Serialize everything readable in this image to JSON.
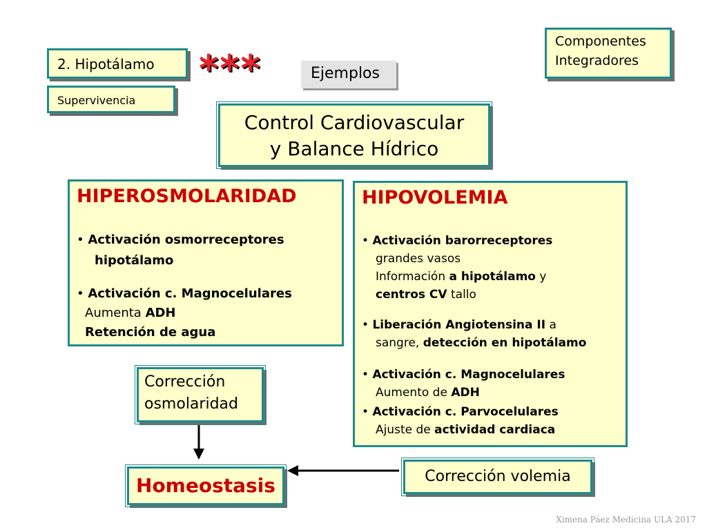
{
  "top": {
    "componentes": [
      "Componentes",
      "Integradores"
    ],
    "hipotalamo": "2. Hipotálamo",
    "supervivencia": "Supervivencia",
    "stars": "***",
    "ejemplos": "Ejemplos"
  },
  "title": {
    "line1": "Control Cardiovascular",
    "line2": "y Balance Hídrico"
  },
  "hiper": {
    "heading": "HIPEROSMOLARIDAD",
    "items": [
      {
        "bullet": "•",
        "b1": "Activación osmorreceptores",
        "b2": "hipotálamo"
      },
      {
        "bullet": "•",
        "b1": "Activación c. Magnocelulares",
        "n1": "Aumenta ",
        "b3": "ADH",
        "b4": "Retención de agua"
      }
    ]
  },
  "hipo": {
    "heading": "HIPOVOLEMIA",
    "i1": {
      "bullet": "•",
      "b": "Activación barorreceptores",
      "l2": "grandes vasos",
      "l3a": "Información ",
      "l3b": "a hipotálamo",
      "l3c": " y",
      "l4a": "centros CV",
      "l4b": " tallo"
    },
    "i2": {
      "bullet": "•",
      "b": "Liberación Angiotensina II",
      "c": " a",
      "l2a": "sangre, ",
      "l2b": "detección en hipotálamo"
    },
    "i3": {
      "bullet": "•",
      "b": "Activación c. Magnocelulares",
      "l2a": "Aumento de ",
      "l2b": "ADH"
    },
    "i4": {
      "bullet": "•",
      "b": "Activación c. Parvocelulares",
      "l2a": "Ajuste de ",
      "l2b": "actividad cardiaca"
    }
  },
  "correccion_osm": [
    "Corrección",
    "osmolaridad"
  ],
  "homeostasis": "Homeostasis",
  "correccion_vol": "Corrección volemia",
  "footer": "Ximena Páez Medicina ULA 2017",
  "colors": {
    "fill": "#ffffcc",
    "border": "#1f8a8a",
    "heading_red": "#cc0000",
    "stars": "#e8242a"
  }
}
